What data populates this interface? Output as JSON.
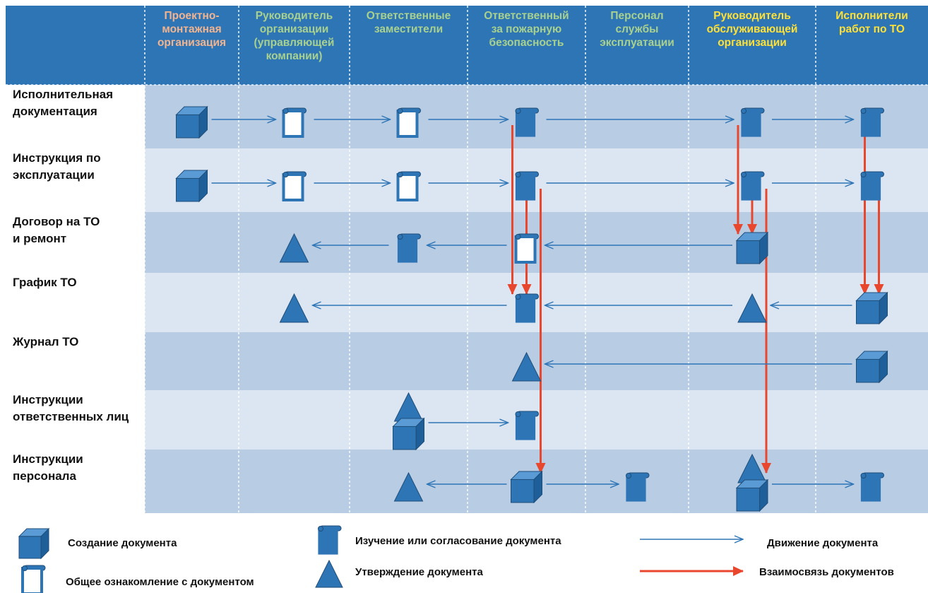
{
  "columns": [
    {
      "label": "Проектно-\nмонтажная\nорганизация",
      "color": "#f2b48f"
    },
    {
      "label": "Руководитель\nорганизации\n(управляющей\nкомпании)",
      "color": "#a9d18e"
    },
    {
      "label": "Ответственные\nзаместители",
      "color": "#a9d18e"
    },
    {
      "label": "Ответственный\nза пожарную\nбезопасность",
      "color": "#a9d18e"
    },
    {
      "label": "Персонал\nслужбы\nэксплуатации",
      "color": "#a9d18e"
    },
    {
      "label": "Руководитель\nобслуживающей\nорганизации",
      "color": "#ffe135"
    },
    {
      "label": "Исполнители\nработ по ТО",
      "color": "#ffe135"
    }
  ],
  "rows": [
    "Исполнительная\nдокументация",
    "Инструкция по\nэксплуатации",
    "Договор на ТО\nи ремонт",
    "График ТО",
    "Журнал ТО",
    "Инструкции\nответственных лиц",
    "Инструкции\nперсонала"
  ],
  "symbols": [
    {
      "type": "cube",
      "row": 0,
      "col": 0
    },
    {
      "type": "scroll-outline",
      "row": 0,
      "col": 1
    },
    {
      "type": "scroll-outline",
      "row": 0,
      "col": 2
    },
    {
      "type": "scroll",
      "row": 0,
      "col": 3
    },
    {
      "type": "scroll",
      "row": 0,
      "col": 5
    },
    {
      "type": "scroll",
      "row": 0,
      "col": 6
    },
    {
      "type": "cube",
      "row": 1,
      "col": 0
    },
    {
      "type": "scroll-outline",
      "row": 1,
      "col": 1
    },
    {
      "type": "scroll-outline",
      "row": 1,
      "col": 2
    },
    {
      "type": "scroll",
      "row": 1,
      "col": 3
    },
    {
      "type": "scroll",
      "row": 1,
      "col": 5
    },
    {
      "type": "scroll",
      "row": 1,
      "col": 6
    },
    {
      "type": "triangle",
      "row": 2,
      "col": 1
    },
    {
      "type": "scroll",
      "row": 2,
      "col": 2
    },
    {
      "type": "scroll-outline",
      "row": 2,
      "col": 3
    },
    {
      "type": "cube",
      "row": 2,
      "col": 5
    },
    {
      "type": "triangle",
      "row": 3,
      "col": 1
    },
    {
      "type": "scroll",
      "row": 3,
      "col": 3
    },
    {
      "type": "triangle",
      "row": 3,
      "col": 5
    },
    {
      "type": "cube",
      "row": 3,
      "col": 6
    },
    {
      "type": "triangle",
      "row": 4,
      "col": 3
    },
    {
      "type": "cube",
      "row": 4,
      "col": 6
    },
    {
      "type": "triangle",
      "row": 5,
      "col": 2
    },
    {
      "type": "cube",
      "row": 5,
      "col": 2
    },
    {
      "type": "scroll",
      "row": 5,
      "col": 3
    },
    {
      "type": "triangle",
      "row": 6,
      "col": 2
    },
    {
      "type": "cube",
      "row": 6,
      "col": 3
    },
    {
      "type": "scroll",
      "row": 6,
      "col": 4
    },
    {
      "type": "triangle",
      "row": 6,
      "col": 5
    },
    {
      "type": "cube",
      "row": 6,
      "col": 5
    },
    {
      "type": "scroll",
      "row": 6,
      "col": 6
    }
  ],
  "flows": [
    {
      "row": 0,
      "from": 0,
      "to": 1
    },
    {
      "row": 0,
      "from": 1,
      "to": 2
    },
    {
      "row": 0,
      "from": 2,
      "to": 3
    },
    {
      "row": 0,
      "from": 3,
      "to": 5
    },
    {
      "row": 0,
      "from": 5,
      "to": 6
    },
    {
      "row": 1,
      "from": 0,
      "to": 1
    },
    {
      "row": 1,
      "from": 1,
      "to": 2
    },
    {
      "row": 1,
      "from": 2,
      "to": 3
    },
    {
      "row": 1,
      "from": 3,
      "to": 5
    },
    {
      "row": 1,
      "from": 5,
      "to": 6
    },
    {
      "row": 2,
      "from": 5,
      "to": 3
    },
    {
      "row": 2,
      "from": 3,
      "to": 2
    },
    {
      "row": 2,
      "from": 2,
      "to": 1
    },
    {
      "row": 3,
      "from": 6,
      "to": 5
    },
    {
      "row": 3,
      "from": 5,
      "to": 3
    },
    {
      "row": 3,
      "from": 3,
      "to": 1
    },
    {
      "row": 4,
      "from": 6,
      "to": 3
    },
    {
      "row": 5,
      "from": 2,
      "to": 3
    },
    {
      "row": 6,
      "from": 3,
      "to": 2
    },
    {
      "row": 6,
      "from": 3,
      "to": 4
    },
    {
      "row": 6,
      "from": 5,
      "to": 6
    }
  ],
  "links": [
    {
      "from_row": 0,
      "to_row": 3,
      "col": 3
    },
    {
      "from_row": 1,
      "to_row": 3,
      "col": 3
    },
    {
      "from_row": 1,
      "to_row": 6,
      "col": 3
    },
    {
      "from_row": 0,
      "to_row": 2,
      "col": 5
    },
    {
      "from_row": 1,
      "to_row": 2,
      "col": 5
    },
    {
      "from_row": 1,
      "to_row": 6,
      "col": 5
    },
    {
      "from_row": 0,
      "to_row": 3,
      "col": 6
    },
    {
      "from_row": 1,
      "to_row": 3,
      "col": 6
    }
  ],
  "legend": {
    "create": "Создание документа",
    "familiarize": "Общее ознакомление с документом",
    "review": "Изучение или согласование документа",
    "approve": "Утверждение документа",
    "movement": "Движение документа",
    "relation": "Взаимосвязь документов"
  },
  "colors": {
    "header_bg": "#2e75b6",
    "row_dark": "#b8cce4",
    "row_light": "#dce6f2",
    "label_col": "#ffffff",
    "symbol_fill": "#2e75b6",
    "symbol_stroke": "#1f4e79",
    "flow_arrow": "#2e75b6",
    "link_arrow": "#e8472d",
    "grid_line": "#ffffff"
  }
}
